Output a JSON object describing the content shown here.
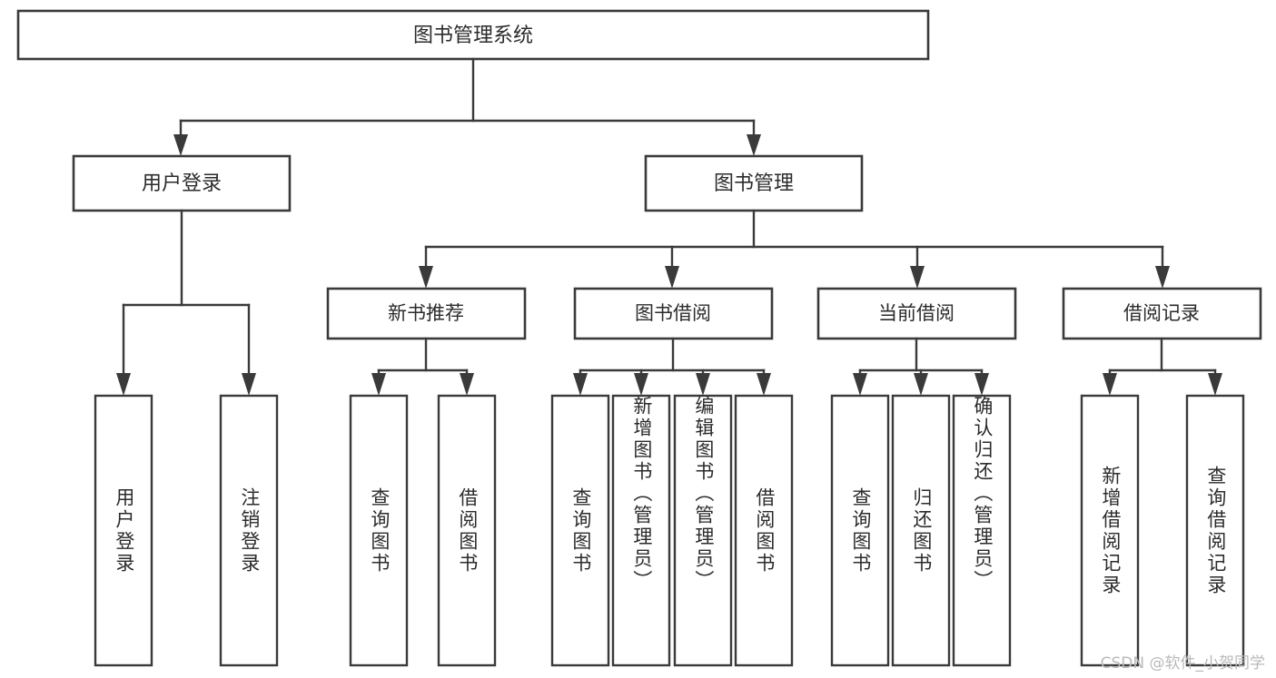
{
  "diagram": {
    "title": "图书管理系统",
    "type": "tree",
    "watermark": "CSDN @软件_小贺同学",
    "colors": {
      "background": "#ffffff",
      "box_fill": "#ffffff",
      "box_stroke": "#3a3a3a",
      "connector": "#3a3a3a",
      "text": "#2b2b2b",
      "watermark": "#b9b9b9"
    },
    "root": {
      "label": "图书管理系统"
    },
    "level1": [
      {
        "label": "用户登录"
      },
      {
        "label": "图书管理"
      }
    ],
    "level2": [
      {
        "label": "新书推荐"
      },
      {
        "label": "图书借阅"
      },
      {
        "label": "当前借阅"
      },
      {
        "label": "借阅记录"
      }
    ],
    "leaves": {
      "user_login": [
        {
          "label": "用户登录"
        },
        {
          "label": "注销登录"
        }
      ],
      "new_book_recommend": [
        {
          "label": "查询图书"
        },
        {
          "label": "借阅图书"
        }
      ],
      "book_borrow": [
        {
          "label": "查询图书"
        },
        {
          "label": "新增图书（管理员）"
        },
        {
          "label": "编辑图书（管理员）"
        },
        {
          "label": "借阅图书"
        }
      ],
      "current_borrow": [
        {
          "label": "查询图书"
        },
        {
          "label": "归还图书"
        },
        {
          "label": "确认归还（管理员）"
        }
      ],
      "borrow_record": [
        {
          "label": "新增借阅记录"
        },
        {
          "label": "查询借阅记录"
        }
      ]
    }
  }
}
